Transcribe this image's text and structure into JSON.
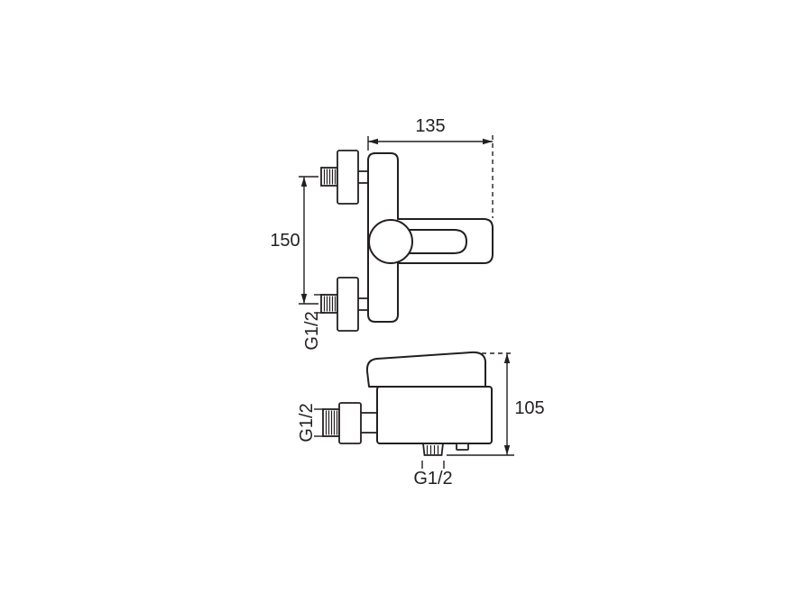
{
  "colors": {
    "line": "#231f20",
    "background": "#ffffff"
  },
  "views": {
    "side": {
      "dim_width": "135",
      "dim_height": "150",
      "thread_label": "G1/2"
    },
    "front": {
      "dim_height": "105",
      "thread_left": "G1/2",
      "thread_bottom": "G1/2"
    }
  }
}
